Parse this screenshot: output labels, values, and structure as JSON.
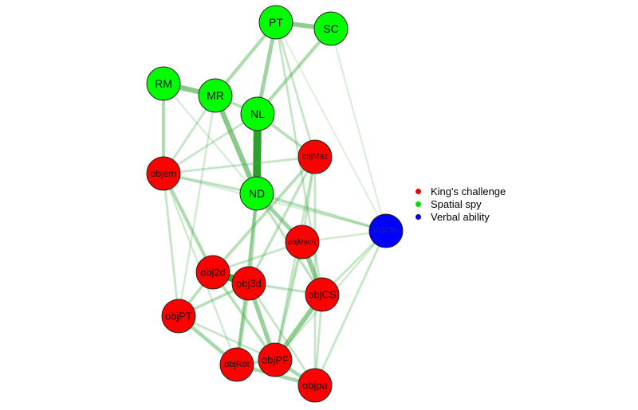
{
  "legend": {
    "items": [
      {
        "label": "King's challenge",
        "color": "#ff0000"
      },
      {
        "label": "Spatial spy",
        "color": "#00ff00"
      },
      {
        "label": "Verbal ability",
        "color": "#0000ff"
      }
    ]
  },
  "nodes": [
    {
      "id": "PT",
      "group": 1
    },
    {
      "id": "SC",
      "group": 1
    },
    {
      "id": "RM",
      "group": 1
    },
    {
      "id": "MR",
      "group": 1
    },
    {
      "id": "NL",
      "group": 1
    },
    {
      "id": "ND",
      "group": 1
    },
    {
      "id": "objMaz",
      "group": 0
    },
    {
      "id": "objem",
      "group": 0
    },
    {
      "id": "VOCfin",
      "group": 2
    },
    {
      "id": "objMecR",
      "group": 0
    },
    {
      "id": "obj2d",
      "group": 0
    },
    {
      "id": "obj3d",
      "group": 0
    },
    {
      "id": "objCS",
      "group": 0
    },
    {
      "id": "objPT",
      "group": 0
    },
    {
      "id": "objRot",
      "group": 0
    },
    {
      "id": "objPF",
      "group": 0
    },
    {
      "id": "objpa",
      "group": 0
    }
  ],
  "edges": [
    [
      "NL",
      "ND",
      1.0
    ],
    [
      "obj2d",
      "obj3d",
      0.9
    ],
    [
      "MR",
      "ND",
      0.6
    ],
    [
      "RM",
      "MR",
      0.6
    ],
    [
      "PT",
      "SC",
      0.55
    ],
    [
      "objMecR",
      "objCS",
      0.55
    ],
    [
      "objCS",
      "objPF",
      0.55
    ],
    [
      "obj3d",
      "objPF",
      0.5
    ],
    [
      "PT",
      "NL",
      0.45
    ],
    [
      "ND",
      "objMecR",
      0.45
    ],
    [
      "RM",
      "objem",
      0.35
    ],
    [
      "SC",
      "NL",
      0.35
    ],
    [
      "PT",
      "MR",
      0.35
    ],
    [
      "objPT",
      "objRot",
      0.4
    ],
    [
      "objRot",
      "objpa",
      0.4
    ],
    [
      "objPF",
      "objpa",
      0.4
    ],
    [
      "obj3d",
      "objRot",
      0.4
    ],
    [
      "ND",
      "obj3d",
      0.4
    ],
    [
      "objem",
      "obj2d",
      0.35
    ],
    [
      "objMaz",
      "obj2d",
      0.3
    ],
    [
      "MR",
      "NL",
      0.3
    ],
    [
      "NL",
      "objMaz",
      0.3
    ],
    [
      "ND",
      "VOCfin",
      0.3
    ],
    [
      "objMecR",
      "objPF",
      0.3
    ],
    [
      "objPT",
      "obj3d",
      0.3
    ],
    [
      "objPT",
      "obj2d",
      0.3
    ],
    [
      "obj2d",
      "objPF",
      0.3
    ],
    [
      "objem",
      "ND",
      0.25
    ],
    [
      "objem",
      "objMaz",
      0.2
    ],
    [
      "MR",
      "objem",
      0.2
    ],
    [
      "NL",
      "objem",
      0.2
    ],
    [
      "PT",
      "objMaz",
      0.2
    ],
    [
      "PT",
      "objCS",
      0.2
    ],
    [
      "VOCfin",
      "objCS",
      0.2
    ],
    [
      "VOCfin",
      "objpa",
      0.2
    ],
    [
      "VOCfin",
      "objPF",
      0.15
    ],
    [
      "VOCfin",
      "objMecR",
      0.15
    ],
    [
      "objMaz",
      "objMecR",
      0.2
    ],
    [
      "objMaz",
      "objpa",
      0.2
    ],
    [
      "obj3d",
      "objCS",
      0.25
    ],
    [
      "objem",
      "objPT",
      0.2
    ],
    [
      "obj3d",
      "objpa",
      0.2
    ],
    [
      "ND",
      "objCS",
      0.25
    ],
    [
      "MR",
      "objPT",
      0.15
    ],
    [
      "SC",
      "VOCfin",
      0.1
    ],
    [
      "PT",
      "VOCfin",
      0.08
    ],
    [
      "objMaz",
      "objPF",
      0.2
    ],
    [
      "obj2d",
      "objMecR",
      0.2
    ],
    [
      "objRot",
      "objPF",
      0.3
    ],
    [
      "objem",
      "VOCfin",
      0.12
    ],
    [
      "objPT",
      "objPF",
      0.2
    ],
    [
      "ND",
      "objRot",
      0.25
    ],
    [
      "objCS",
      "objpa",
      0.2
    ],
    [
      "objMaz",
      "obj3d",
      0.25
    ],
    [
      "RM",
      "ND",
      0.12
    ],
    [
      "objem",
      "objRot",
      0.15
    ]
  ]
}
